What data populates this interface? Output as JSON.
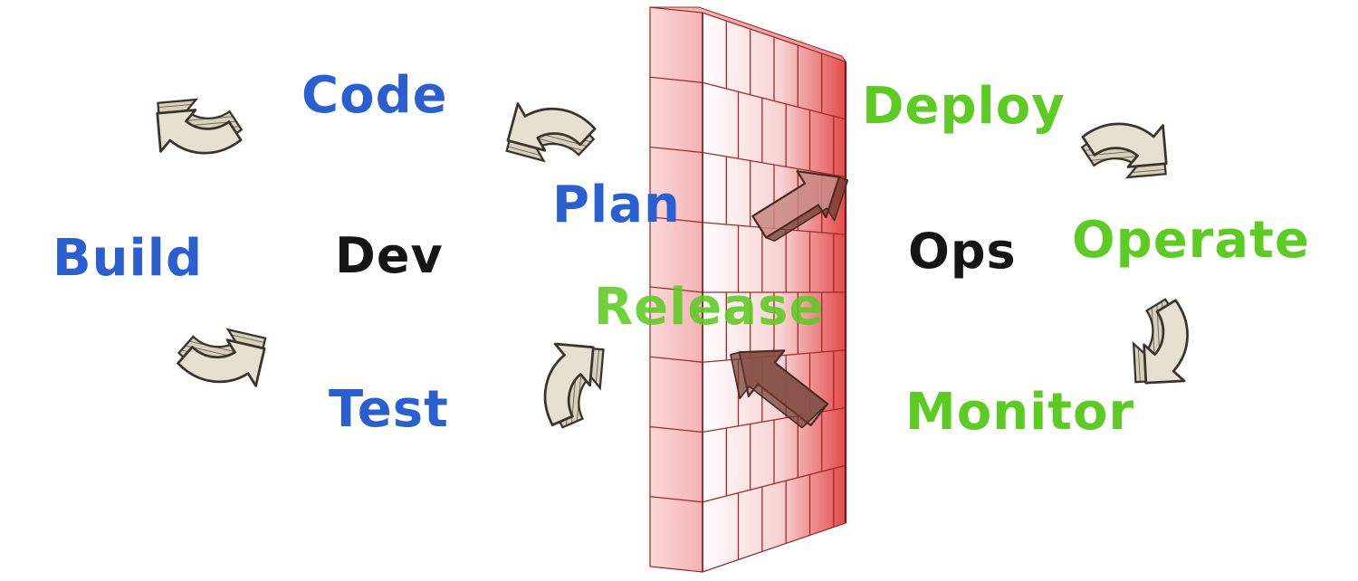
{
  "diagram": {
    "dev_cycle": {
      "center": "Dev",
      "steps": [
        "Code",
        "Build",
        "Test",
        "Plan"
      ]
    },
    "ops_cycle": {
      "center": "Ops",
      "steps": [
        "Release",
        "Deploy",
        "Operate",
        "Monitor"
      ]
    },
    "colors": {
      "dev": "#2a5fd1",
      "ops": "#5ccb22",
      "center": "#151515",
      "wall": "#e65a5a",
      "arrow": "#e2dccb"
    }
  }
}
